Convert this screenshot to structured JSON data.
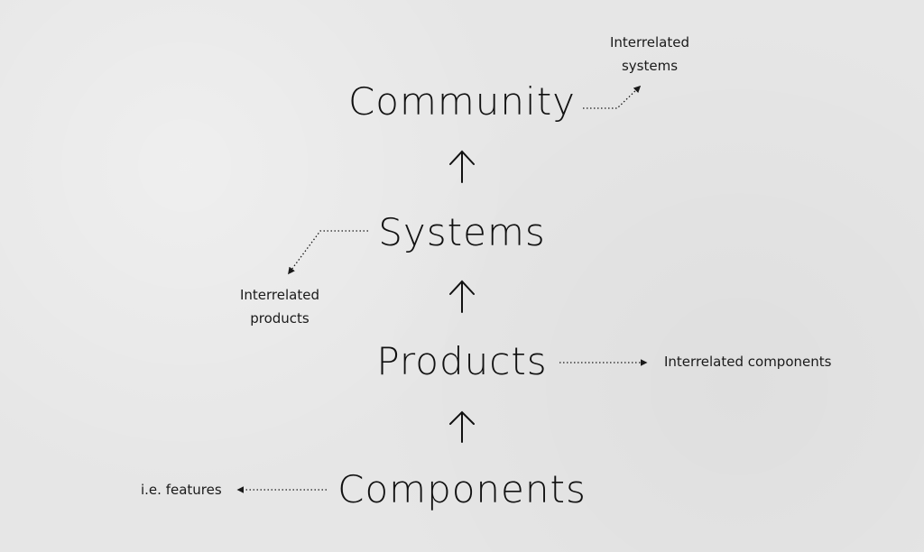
{
  "levels": {
    "community": "Community",
    "systems": "Systems",
    "products": "Products",
    "components": "Components"
  },
  "notes": {
    "community_line1": "Interrelated",
    "community_line2": "systems",
    "systems_line1": "Interrelated",
    "systems_line2": "products",
    "products": "Interrelated components",
    "components": "i.e. features"
  },
  "colors": {
    "background": "#e6e6e6",
    "ink": "#141414"
  }
}
